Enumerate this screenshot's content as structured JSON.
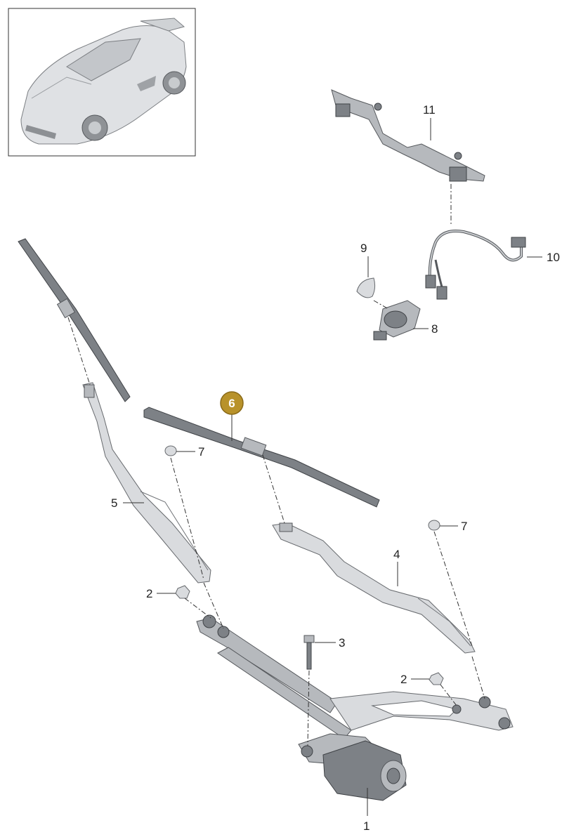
{
  "colors": {
    "highlight": "#b8922a",
    "highlight_border": "#8a6a18",
    "parts_dark": "#7d8186",
    "parts_light": "#d9dbde"
  },
  "thumbnail": {
    "icon": "car-icon"
  },
  "callouts": [
    {
      "id": "1",
      "label": "1",
      "highlight": false
    },
    {
      "id": "2a",
      "label": "2",
      "highlight": false
    },
    {
      "id": "2b",
      "label": "2",
      "highlight": false
    },
    {
      "id": "3",
      "label": "3",
      "highlight": false
    },
    {
      "id": "4",
      "label": "4",
      "highlight": false
    },
    {
      "id": "5",
      "label": "5",
      "highlight": false
    },
    {
      "id": "6",
      "label": "6",
      "highlight": true
    },
    {
      "id": "7a",
      "label": "7",
      "highlight": false
    },
    {
      "id": "7b",
      "label": "7",
      "highlight": false
    },
    {
      "id": "8",
      "label": "8",
      "highlight": false
    },
    {
      "id": "9",
      "label": "9",
      "highlight": false
    },
    {
      "id": "10",
      "label": "10",
      "highlight": false
    },
    {
      "id": "11",
      "label": "11",
      "highlight": false
    }
  ]
}
